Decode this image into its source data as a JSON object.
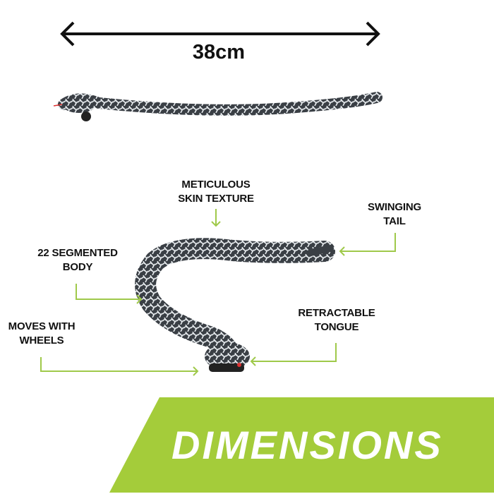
{
  "dimension": {
    "length_label": "38cm"
  },
  "features": {
    "skin": [
      "METICULOUS",
      "SKIN TEXTURE"
    ],
    "tail": [
      "SWINGING",
      "TAIL"
    ],
    "body": [
      "22 SEGMENTED",
      "BODY"
    ],
    "tongue": [
      "RETRACTABLE",
      "TONGUE"
    ],
    "wheels": [
      "MOVES WITH",
      "WHEELS"
    ]
  },
  "banner": {
    "title": "DIMENSIONS"
  },
  "colors": {
    "accent": "#a4cc3a",
    "callout_line": "#9fc94a",
    "snake_dark": "#3a3f45",
    "snake_light": "#e8ecef"
  }
}
